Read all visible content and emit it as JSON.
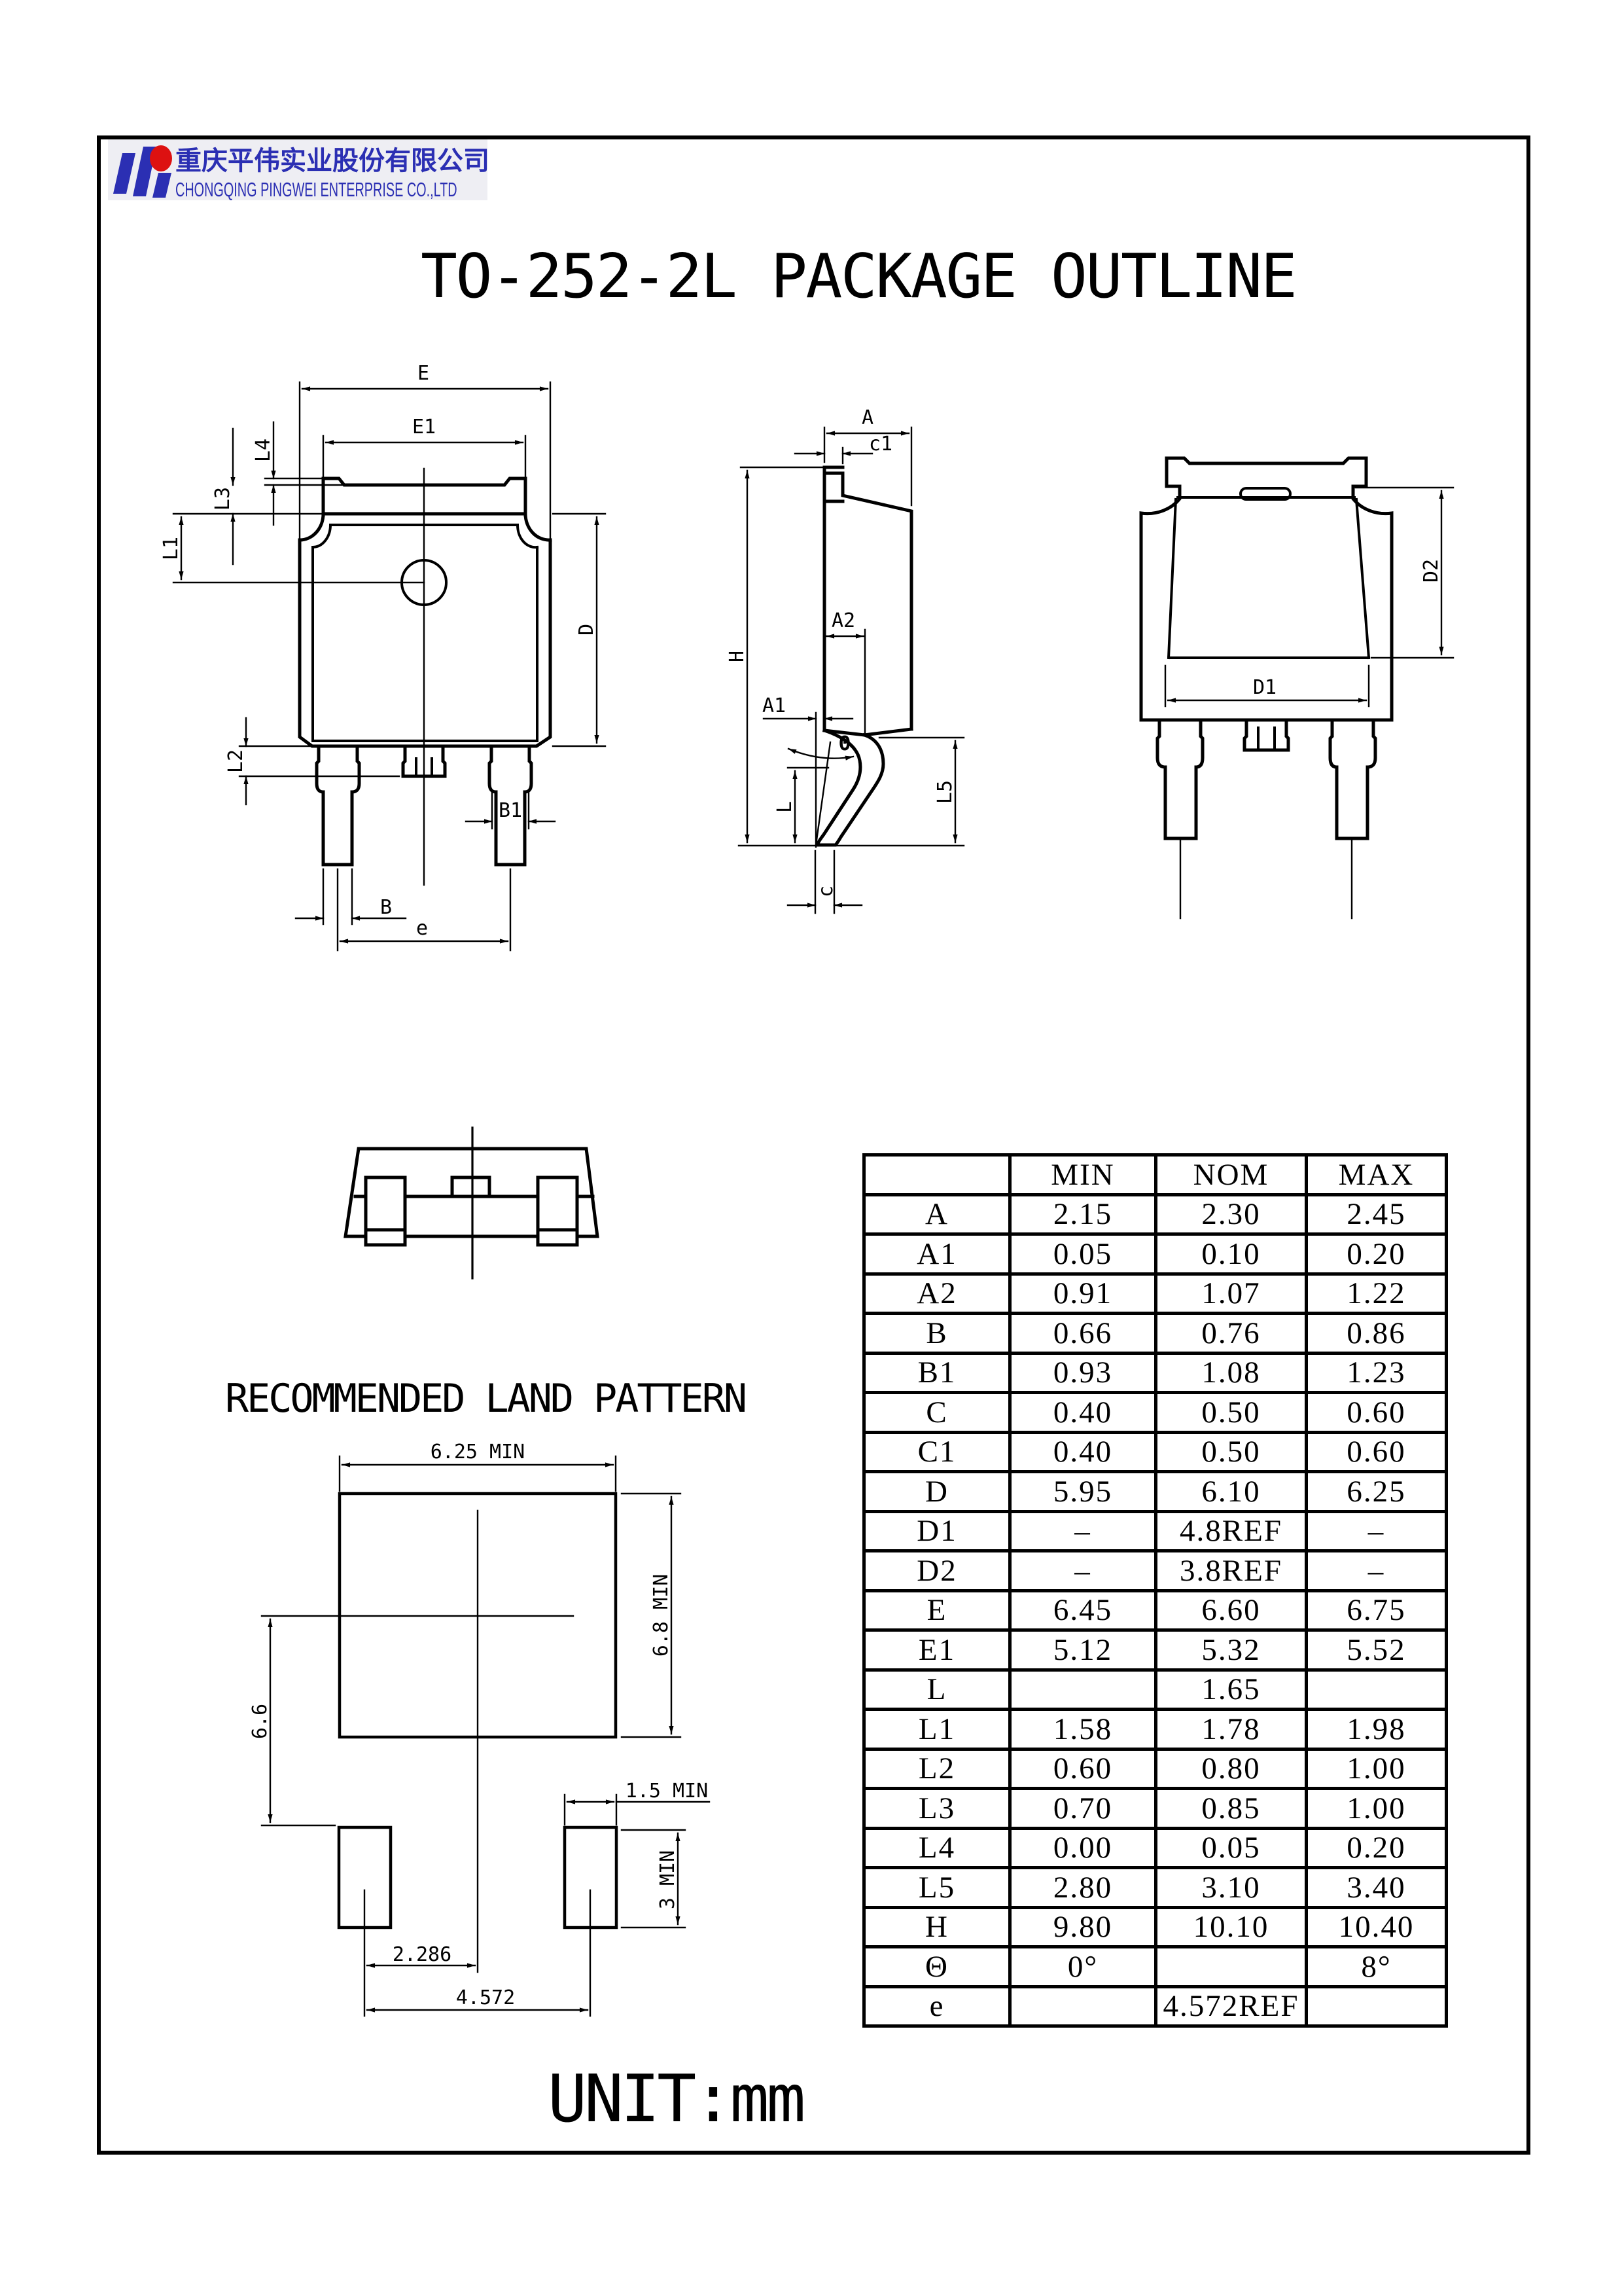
{
  "company": {
    "name_cn": "重庆平伟实业股份有限公司",
    "name_en": "CHONGQING PINGWEI ENTERPRISE CO.,LTD",
    "logo_colors": {
      "blue": "#2b2fb3",
      "red": "#dd1111"
    }
  },
  "title": "TO-252-2L PACKAGE OUTLINE",
  "caption_land_pattern": "RECOMMENDED LAND PATTERN",
  "unit_label": "UNIT:mm",
  "dims": {
    "E": "E",
    "E1": "E1",
    "L4": "L4",
    "L3": "L3",
    "L1": "L1",
    "D": "D",
    "L2": "L2",
    "B1": "B1",
    "B": "B",
    "e": "e",
    "A": "A",
    "c1": "c1",
    "H": "H",
    "A2": "A2",
    "A1": "A1",
    "theta": "Θ",
    "L": "L",
    "L5": "L5",
    "c": "c",
    "D1": "D1",
    "D2": "D2"
  },
  "land_pattern": {
    "width": "6.25 MIN",
    "height": "6.8 MIN",
    "center_offset": "6.6",
    "pad_width": "1.5 MIN",
    "pad_height": "3 MIN",
    "half_pitch": "2.286",
    "pitch": "4.572"
  },
  "table": {
    "headers": {
      "param": "",
      "min": "MIN",
      "nom": "NOM",
      "max": "MAX"
    },
    "rows": [
      {
        "p": "A",
        "min": "2.15",
        "nom": "2.30",
        "max": "2.45"
      },
      {
        "p": "A1",
        "min": "0.05",
        "nom": "0.10",
        "max": "0.20"
      },
      {
        "p": "A2",
        "min": "0.91",
        "nom": "1.07",
        "max": "1.22"
      },
      {
        "p": "B",
        "min": "0.66",
        "nom": "0.76",
        "max": "0.86"
      },
      {
        "p": "B1",
        "min": "0.93",
        "nom": "1.08",
        "max": "1.23"
      },
      {
        "p": "C",
        "min": "0.40",
        "nom": "0.50",
        "max": "0.60"
      },
      {
        "p": "C1",
        "min": "0.40",
        "nom": "0.50",
        "max": "0.60"
      },
      {
        "p": "D",
        "min": "5.95",
        "nom": "6.10",
        "max": "6.25"
      },
      {
        "p": "D1",
        "min": "–",
        "nom": "4.8REF",
        "max": "–"
      },
      {
        "p": "D2",
        "min": "–",
        "nom": "3.8REF",
        "max": "–"
      },
      {
        "p": "E",
        "min": "6.45",
        "nom": "6.60",
        "max": "6.75"
      },
      {
        "p": "E1",
        "min": "5.12",
        "nom": "5.32",
        "max": "5.52"
      },
      {
        "p": "L",
        "min": "",
        "nom": "1.65",
        "max": ""
      },
      {
        "p": "L1",
        "min": "1.58",
        "nom": "1.78",
        "max": "1.98"
      },
      {
        "p": "L2",
        "min": "0.60",
        "nom": "0.80",
        "max": "1.00"
      },
      {
        "p": "L3",
        "min": "0.70",
        "nom": "0.85",
        "max": "1.00"
      },
      {
        "p": "L4",
        "min": "0.00",
        "nom": "0.05",
        "max": "0.20"
      },
      {
        "p": "L5",
        "min": "2.80",
        "nom": "3.10",
        "max": "3.40"
      },
      {
        "p": "H",
        "min": "9.80",
        "nom": "10.10",
        "max": "10.40"
      },
      {
        "p": "Θ",
        "min": "0°",
        "nom": "",
        "max": "8°"
      },
      {
        "p": "e",
        "min": "",
        "nom": "4.572REF",
        "max": ""
      }
    ]
  }
}
